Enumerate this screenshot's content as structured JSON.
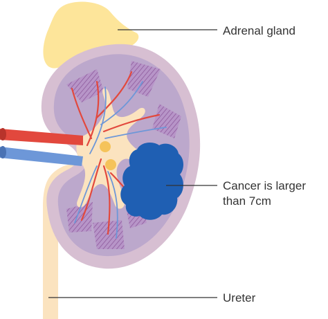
{
  "labels": {
    "adrenal": "Adrenal gland",
    "cancer_line1": "Cancer is larger",
    "cancer_line2": "than 7cm",
    "ureter": "Ureter"
  },
  "colors": {
    "adrenal": "#fde59a",
    "kidney_outer": "#d7bfd2",
    "kidney_inner": "#b7a3c9",
    "pyramid_fill": "#a98fbf",
    "pyramid_stripe": "#9a6aa6",
    "pelvis": "#fbe3bf",
    "ureter": "#fbe3bf",
    "artery": "#e2483d",
    "vein": "#6d97d8",
    "tumour": "#1f5fb3",
    "callout_line": "#333333",
    "node": "#f5c35a"
  }
}
